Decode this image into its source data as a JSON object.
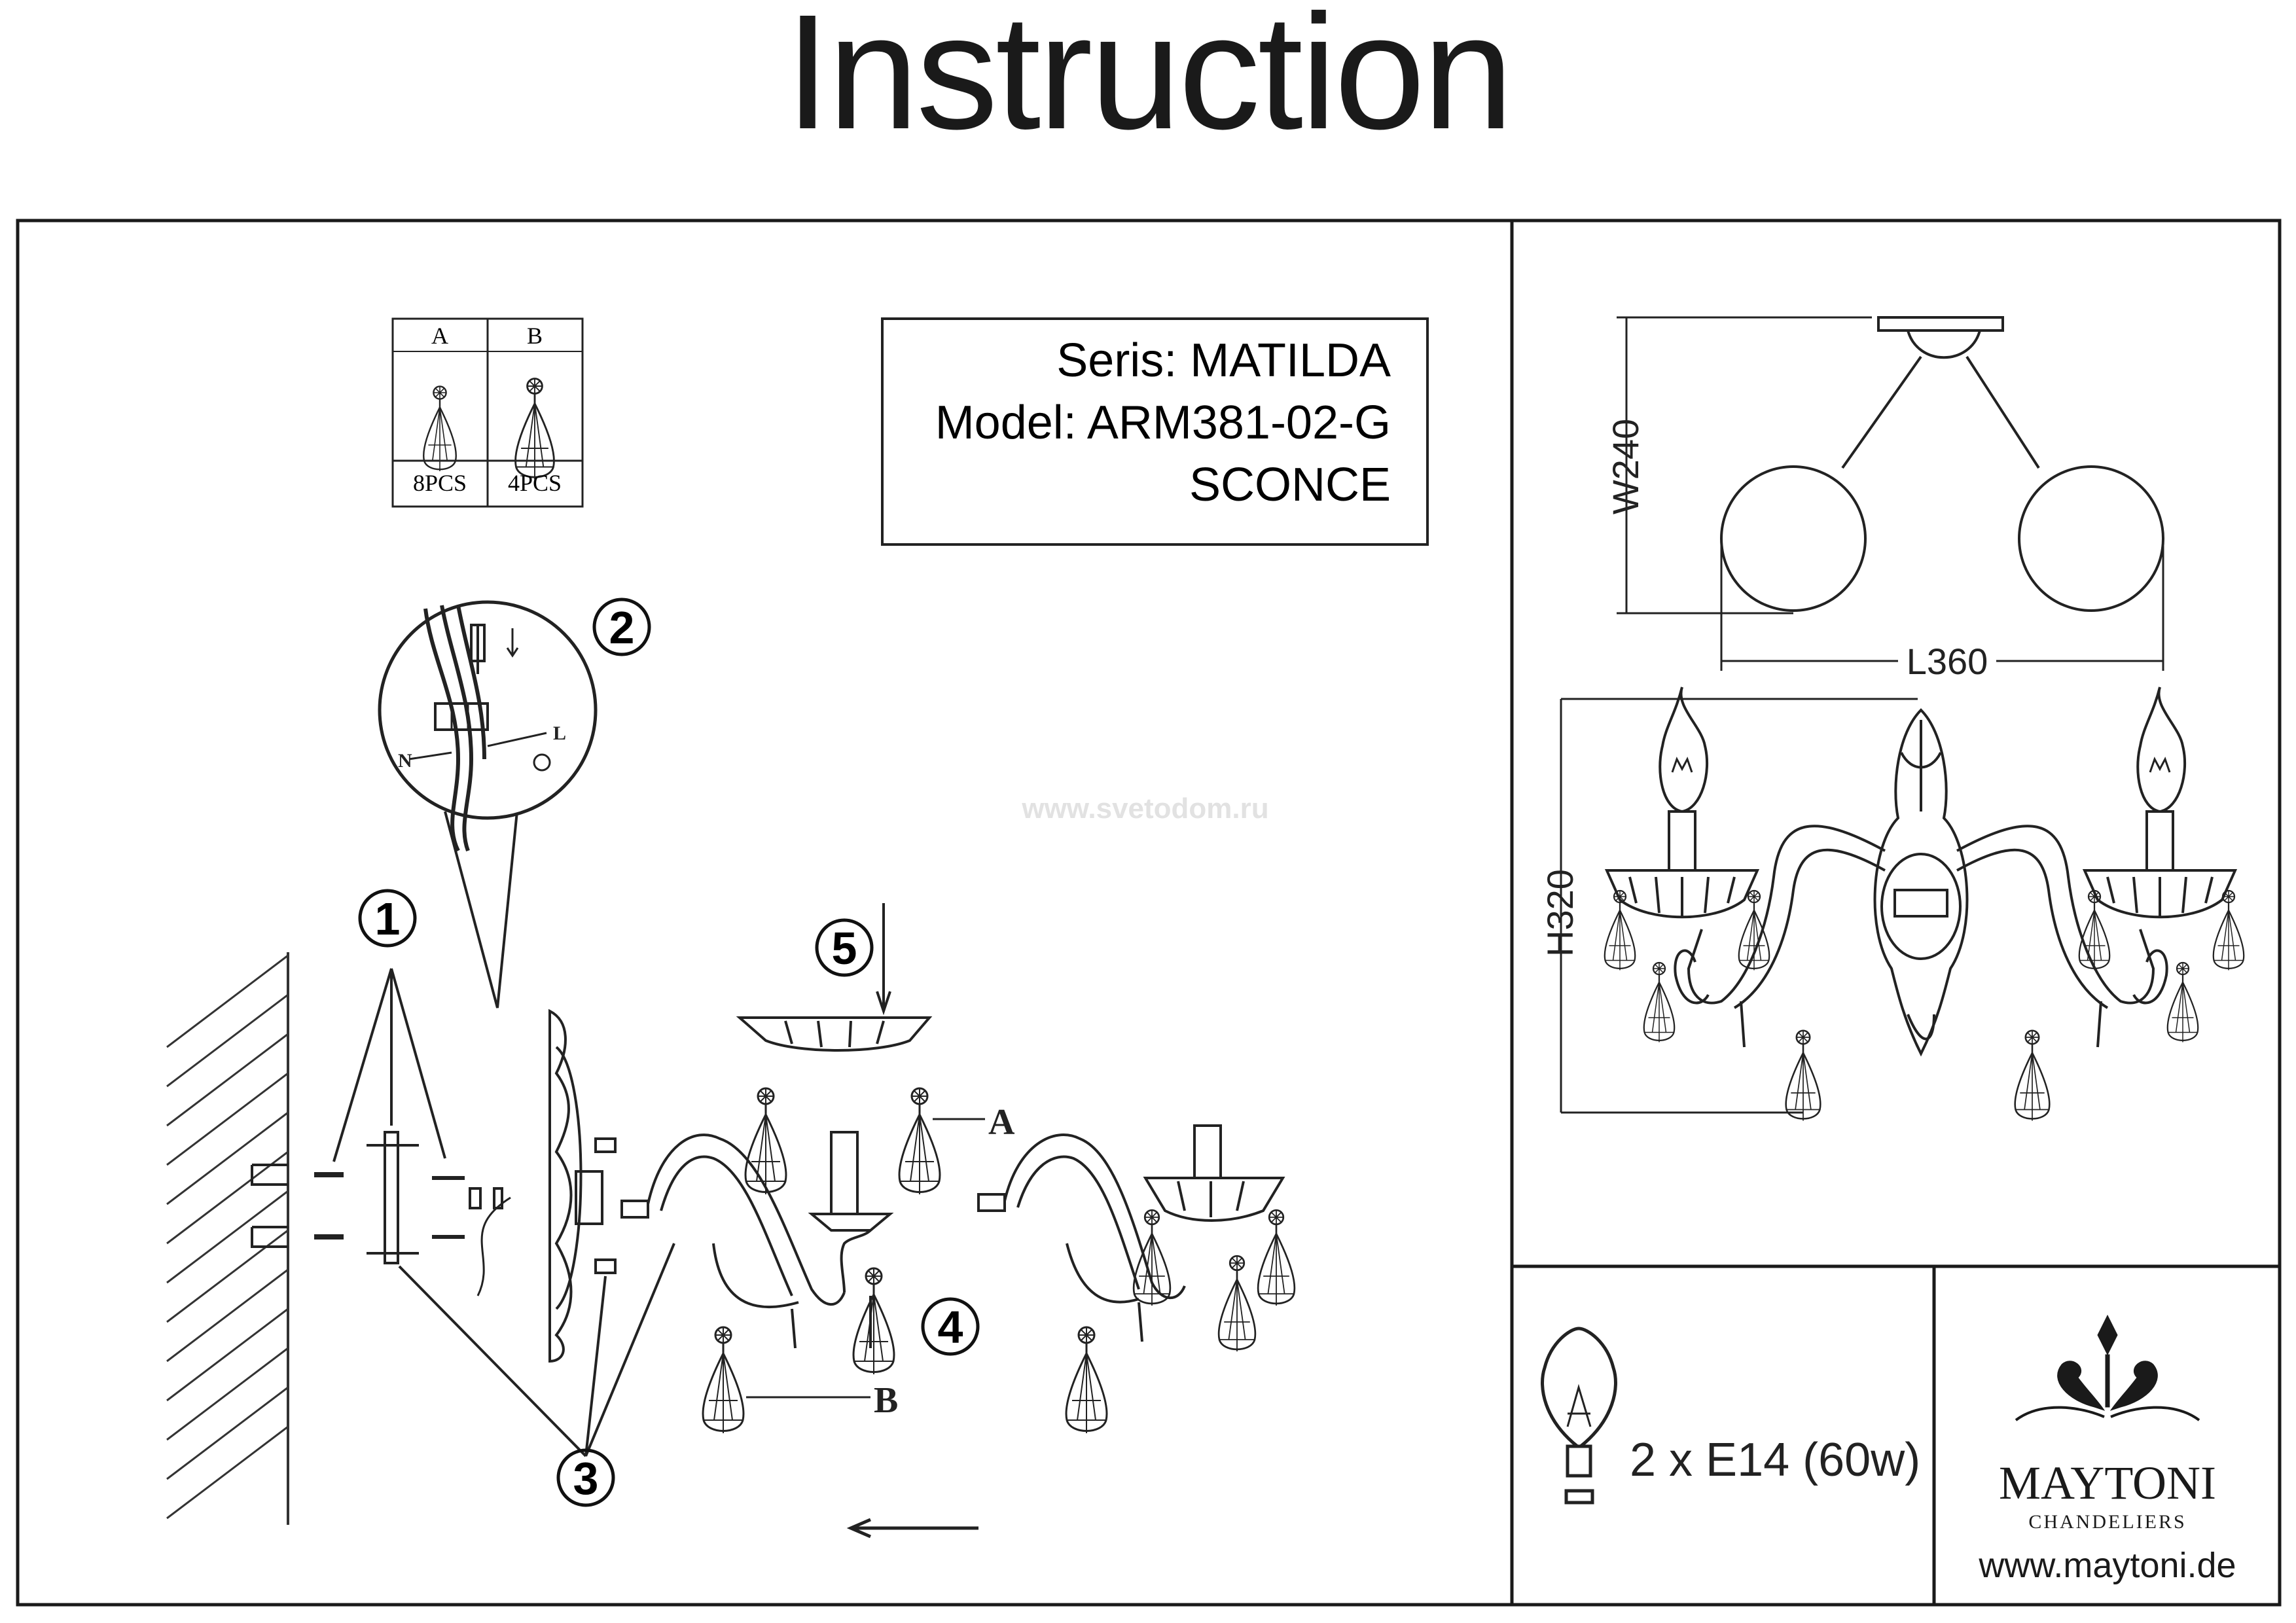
{
  "title": "Instruction",
  "info": {
    "series": "Seris: MATILDA",
    "model": "Model: ARM381-02-G",
    "type": "SCONCE"
  },
  "parts": [
    {
      "letter": "A",
      "qty": "8PCS"
    },
    {
      "letter": "B",
      "qty": "4PCS"
    }
  ],
  "steps": [
    "1",
    "2",
    "3",
    "4",
    "5"
  ],
  "wire_labels": {
    "neutral": "N",
    "live": "L"
  },
  "crystal_labels": {
    "a": "A",
    "b": "B"
  },
  "watermark": "www.svetodom.ru",
  "dimensions": {
    "width": "W240",
    "length": "L360",
    "height": "H320"
  },
  "bulb_spec": "2 x E14 (60w)",
  "brand": {
    "name": "MAYTONI",
    "sub": "CHANDELIERS",
    "url": "www.maytoni.de"
  }
}
